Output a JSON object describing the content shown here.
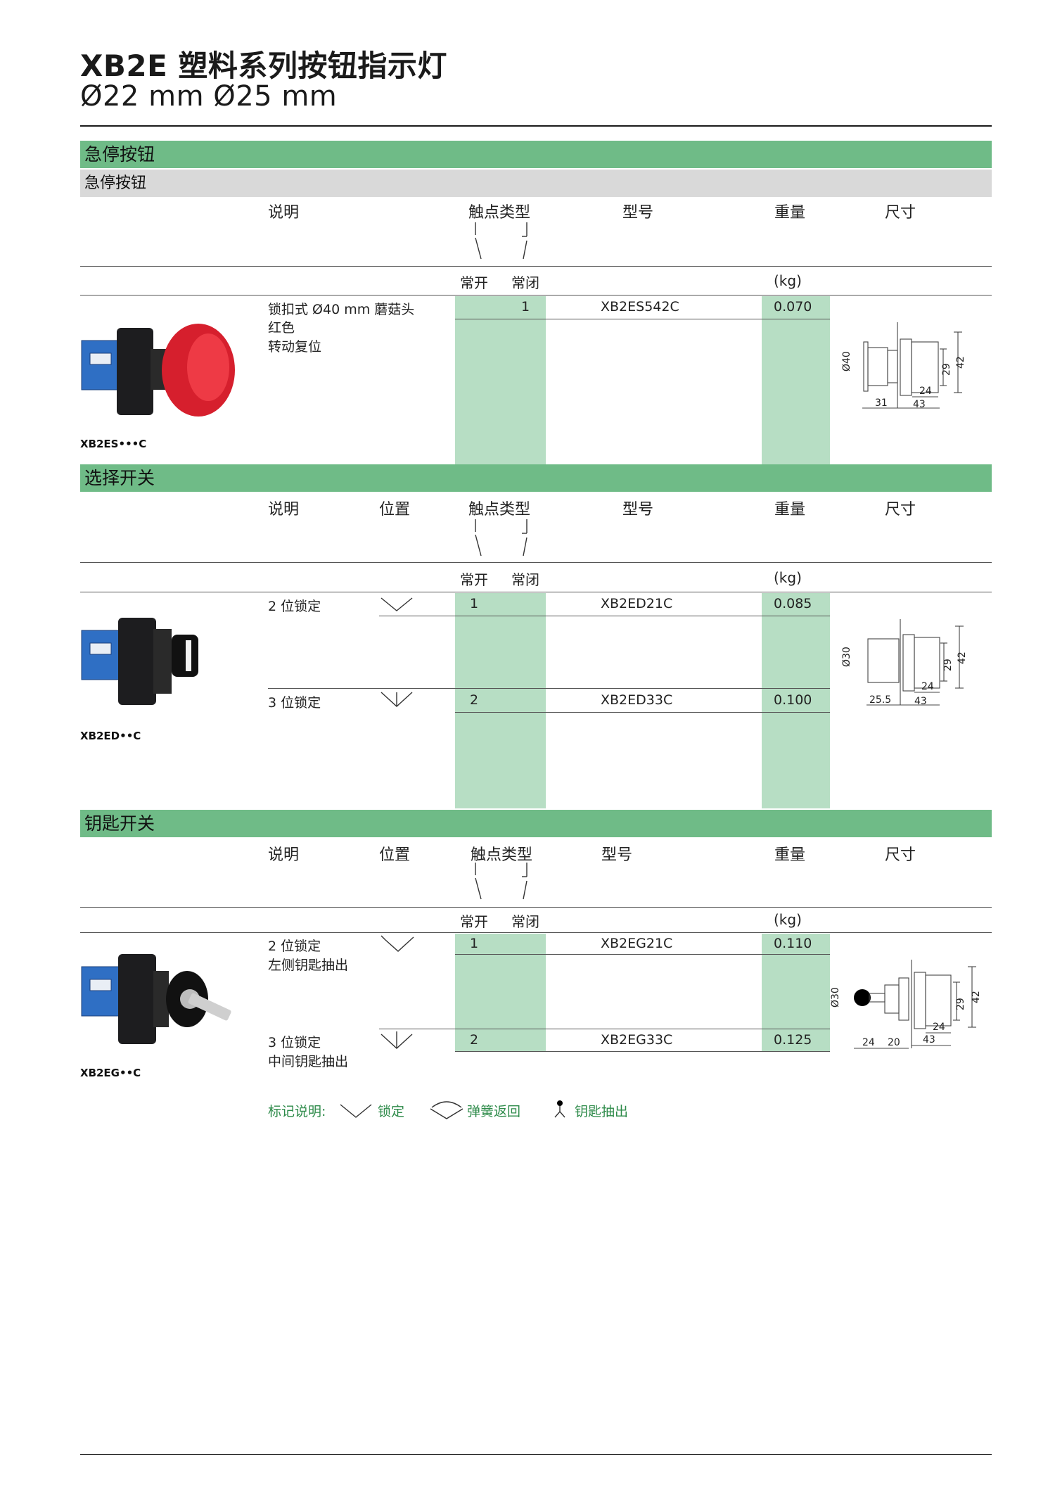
{
  "header": {
    "title": "XB2E 塑料系列按钮指示灯",
    "subtitle": "Ø22 mm   Ø25 mm"
  },
  "columns": {
    "desc": "说明",
    "position": "位置",
    "contact_type": "触点类型",
    "model": "型号",
    "weight": "重量",
    "dims": "尺寸",
    "no": "常开",
    "nc": "常闭",
    "kg": "(kg)"
  },
  "sections": [
    {
      "title": "急停按钮",
      "subtitle": "急停按钮",
      "caption": "XB2ES•••C",
      "rows": [
        {
          "desc": [
            "锁扣式 Ø40 mm 蘑菇头",
            "红色",
            "转动复位"
          ],
          "no": "",
          "nc": "1",
          "model": "XB2ES542C",
          "weight": "0.070"
        }
      ],
      "dims": [
        "Ø40",
        "29",
        "42",
        "24",
        "31",
        "43"
      ]
    },
    {
      "title": "选择开关",
      "caption": "XB2ED••C",
      "rows": [
        {
          "desc": [
            "2 位锁定"
          ],
          "no": "1",
          "nc": "",
          "model": "XB2ED21C",
          "weight": "0.085"
        },
        {
          "desc": [
            "3 位锁定"
          ],
          "no": "2",
          "nc": "",
          "model": "XB2ED33C",
          "weight": "0.100"
        }
      ],
      "dims": [
        "Ø30",
        "29",
        "42",
        "24",
        "25.5",
        "43"
      ]
    },
    {
      "title": "钥匙开关",
      "caption": "XB2EG••C",
      "rows": [
        {
          "desc": [
            "2 位锁定",
            "左侧钥匙抽出"
          ],
          "no": "1",
          "nc": "",
          "model": "XB2EG21C",
          "weight": "0.110"
        },
        {
          "desc": [
            "3 位锁定",
            "中间钥匙抽出"
          ],
          "no": "2",
          "nc": "",
          "model": "XB2EG33C",
          "weight": "0.125"
        }
      ],
      "dims": [
        "Ø30",
        "29",
        "42",
        "24",
        "24",
        "20",
        "43"
      ]
    }
  ],
  "legend": {
    "label": "标记说明:",
    "locked": "锁定",
    "spring": "弹簧返回",
    "key_out": "钥匙抽出"
  }
}
